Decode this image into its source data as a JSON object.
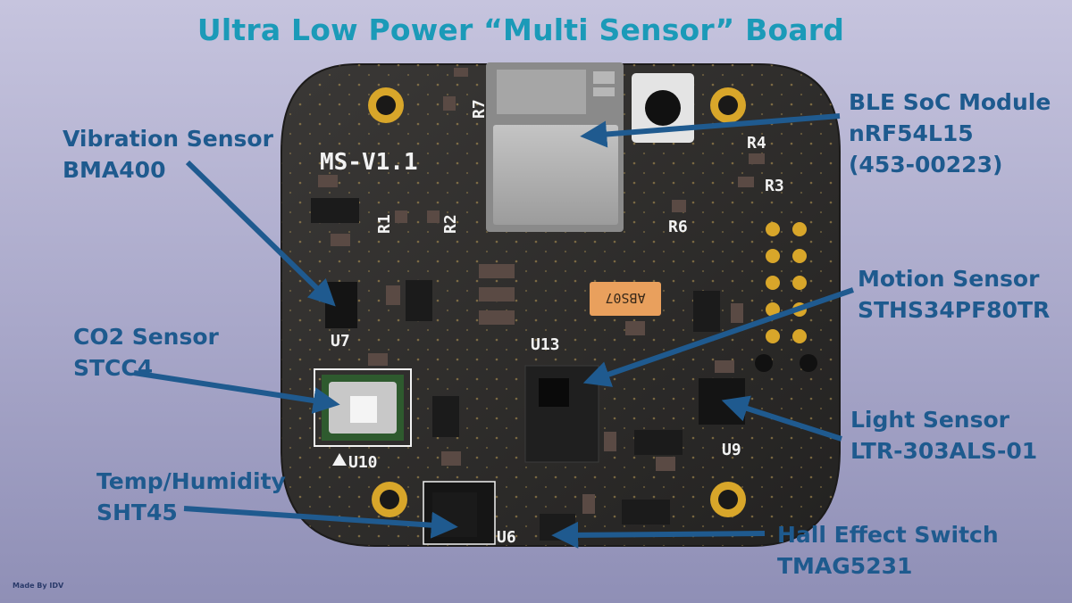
{
  "title": "Ultra Low Power “Multi Sensor” Board",
  "credit": "Made By IDV",
  "board": {
    "silkscreen_version": "MS-V1.1",
    "designators": [
      "R7",
      "R4",
      "R3",
      "R1",
      "R2",
      "R6",
      "U7",
      "U13",
      "U10",
      "U9",
      "U6"
    ],
    "crystal_marking": "ABS07"
  },
  "callouts": [
    {
      "id": "ble",
      "lines": [
        "BLE SoC Module",
        "nRF54L15",
        "(453-00223)"
      ]
    },
    {
      "id": "vibration",
      "lines": [
        "Vibration Sensor",
        "BMA400"
      ]
    },
    {
      "id": "motion",
      "lines": [
        "Motion Sensor",
        "STHS34PF80TR"
      ]
    },
    {
      "id": "co2",
      "lines": [
        "CO2 Sensor",
        "STCC4"
      ]
    },
    {
      "id": "light",
      "lines": [
        "Light Sensor",
        "LTR-303ALS-01"
      ]
    },
    {
      "id": "temp",
      "lines": [
        "Temp/Humidity",
        "SHT45"
      ]
    },
    {
      "id": "hall",
      "lines": [
        "Hall Effect Switch",
        "TMAG5231"
      ]
    }
  ],
  "colors": {
    "title": "#1b9ab8",
    "label": "#1e5a8e",
    "arrow": "#1f5a8f",
    "pcb": "#2c2a29",
    "silkscreen": "#f2f2f2",
    "gold": "#d8a62a"
  }
}
